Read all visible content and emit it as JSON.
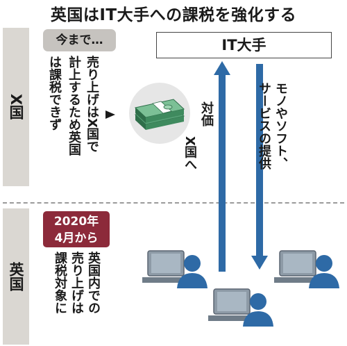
{
  "title": "英国はIT大手への課税を強化する",
  "regions": {
    "x_country": "X国",
    "uk": "英国"
  },
  "it_company": "IT大手",
  "before": {
    "label": "今まで…",
    "col1": "売り上げは",
    "col2": "X国で",
    "col3": "計上するため英国",
    "col4": "は課税できず"
  },
  "after": {
    "label_line1": "2020年",
    "label_line2": "4月から",
    "col1": "英国内での",
    "col2": "売り上げは",
    "col3": "課税対象に"
  },
  "arrows": {
    "payment": "対価",
    "payment_dest": "X国へ",
    "service_col1": "モノやソフト、",
    "service_col2": "サービスの提供"
  },
  "colors": {
    "arrow_blue": "#2e6aa6",
    "badge": "#8c2a3a",
    "band": "#dad7d2",
    "money_green": "#3a8a5c"
  }
}
